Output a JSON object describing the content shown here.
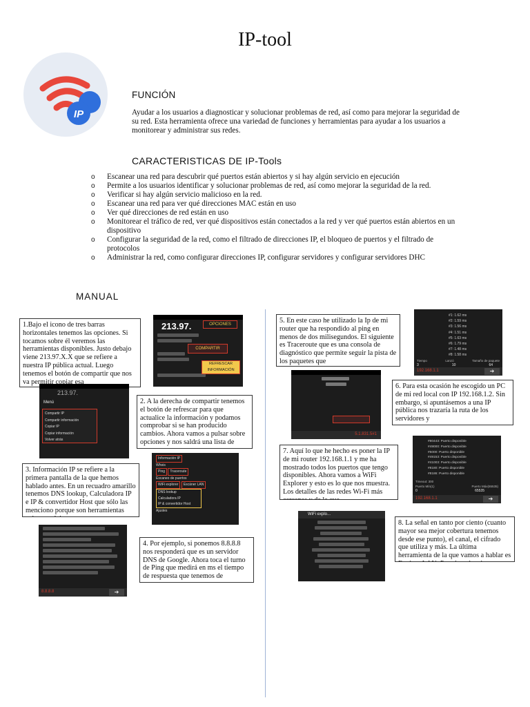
{
  "title": "IP-tool",
  "logo": {
    "icon": "wifi-location-pin-icon",
    "text": "IP",
    "colors": {
      "wifi": "#e8473b",
      "pin": "#2f6fdc",
      "background": "#e7ecf4"
    }
  },
  "funcion": {
    "heading": "FUNCIÓN",
    "text": "Ayudar a los usuarios a diagnosticar y solucionar problemas de red, así como para mejorar la seguridad de su red. Esta herramienta ofrece una variedad de funciones y herramientas para ayudar a los usuarios a monitorear y administrar sus redes."
  },
  "caracteristicas": {
    "heading": "CARACTERISTICAS DE IP-Tools",
    "bullet": "o",
    "items": [
      "Escanear una red para descubrir qué puertos están abiertos y si hay algún servicio en ejecución",
      "Permite a los usuarios identificar y solucionar problemas de red, así como mejorar la seguridad de la red.",
      "Verificar si hay algún servicio malicioso en la red.",
      "Escanear una red para ver qué direcciones MAC están en uso",
      "Ver qué direcciones de red están en uso",
      "Monitorear el tráfico de red, ver qué dispositivos están conectados a la red y ver qué puertos están abiertos en un dispositivo",
      "Configurar la seguridad de la red, como el filtrado de direcciones IP, el bloqueo de puertos y el filtrado de protocolos",
      "Administrar la red, como configurar direcciones IP, configurar servidores y configurar servidores DHC"
    ]
  },
  "manual": {
    "heading": "MANUAL",
    "steps": [
      "1.Bajo el icono de tres barras horizontales tenemos las opciones. Si tocamos sobre él veremos las herramientas disponibles. Justo debajo viene 213.97.X.X que se refiere a nuestra IP pública actual. Luego tenemos el botón de compartir que nos va permitir copiar esa",
      "2. A la derecha de compartir tenemos el botón de refrescar para que actualice la información y podamos comprobar si se han producido cambios. Ahora vamos a pulsar sobre opciones y nos saldrá una lista de",
      "3. Información IP se refiere a la primera pantalla de la que hemos hablado antes. En un recuadro amarillo tenemos DNS lookup, Calculadora IP e IP & convertidor Host que sólo las menciono porque son herramientas más complejas.",
      "4. Por ejemplo, si ponemos 8.8.8.8 nos responderá que es un servidor DNS de Google. Ahora toca el turno de Ping que medirá en ms el tiempo de respuesta que tenemos de",
      "5. En este caso he utilizado la Ip de mi router que ha respondido al ping en menos de dos milisegundos. El siguiente es Traceroute que es una consola de diagnóstico que permite seguir la pista de los paquetes que",
      "6. Para esta ocasión he escogido un PC de mi red local con IP 192.168.1.2. Sin embargo, si apuntásemos a una IP pública nos trazaría la ruta de los servidores y",
      "7. Aquí lo que he hecho es poner la IP de mi router 192.168.1.1 y me ha mostrado todos los puertos que tengo disponibles. Ahora vamos a WiFi Explorer y esto es lo que nos muestra. Los detalles de las redes Wi-Fi más cercanas y de la que",
      "8. La señal en tanto por ciento (cuanto mayor sea mejor cobertura tenemos desde ese punto), el canal, el cifrado que utiliza y más. La última herramienta de la que vamos a hablar es Escáner LAN. Por ejemplo, si ponemos la puerta de enlace de"
    ]
  },
  "screenshots": {
    "s1": {
      "ip": "213.97.",
      "options_btn": "OPCIONES",
      "share_btn": "COMPARTIR",
      "refresh_btn": "REFRESCAR INFORMACIÓN",
      "colors": {
        "accent": "#f2c94c",
        "red": "#d23a2a"
      }
    },
    "s2": {
      "ip": "213.97.",
      "menu_title": "Menú",
      "menu_items": [
        "Compartir IP",
        "Compartir información",
        "Copiar IP",
        "Copiar información",
        "Volver atrás"
      ]
    },
    "s3": {
      "items": [
        "Información IP",
        "Whois",
        "Ping",
        "Traceroute",
        "Escaneo de puertos",
        "WiFi explorer",
        "Escáner LAN",
        "DNS lookup",
        "Calculadora IP",
        "IP & convertidor Host",
        "Ajustes"
      ]
    },
    "s4": {
      "footer_value": "8.8.8.8"
    },
    "s5": {
      "ping_rows": [
        "#1: 1.62 ms",
        "#2: 1.59 ms",
        "#3: 1.56 ms",
        "#4: 1.51 ms",
        "#5: 1.63 ms",
        "#6: 1.79 ms",
        "#7: 1.48 ms",
        "#8: 1.58 ms"
      ],
      "stat_labels": [
        "Tiempo",
        "Lanzó",
        "Tamaño de paquete"
      ],
      "stat_values": [
        "3",
        "10",
        "64"
      ],
      "input": "192.168.1.1"
    },
    "s6": {
      "footer_value": "5.1.831.5#1"
    },
    "s7": {
      "ports": [
        "#80443: Puerto disponible",
        "#49000: Puerto disponible",
        "#5000: Puerto disponible",
        "#49153: Puerto disponible",
        "#41003: Puerto disponible",
        "#8180: Puerto disponible",
        "#8186: Puerto disponible"
      ],
      "labels": [
        "Timeout: 300",
        "Puerto Mín(1)",
        "Puerto Máx(65535)"
      ],
      "values": [
        "0",
        "65535"
      ],
      "input": "192.168.1.1"
    },
    "s8": {
      "title": "WiFi explo..."
    }
  }
}
